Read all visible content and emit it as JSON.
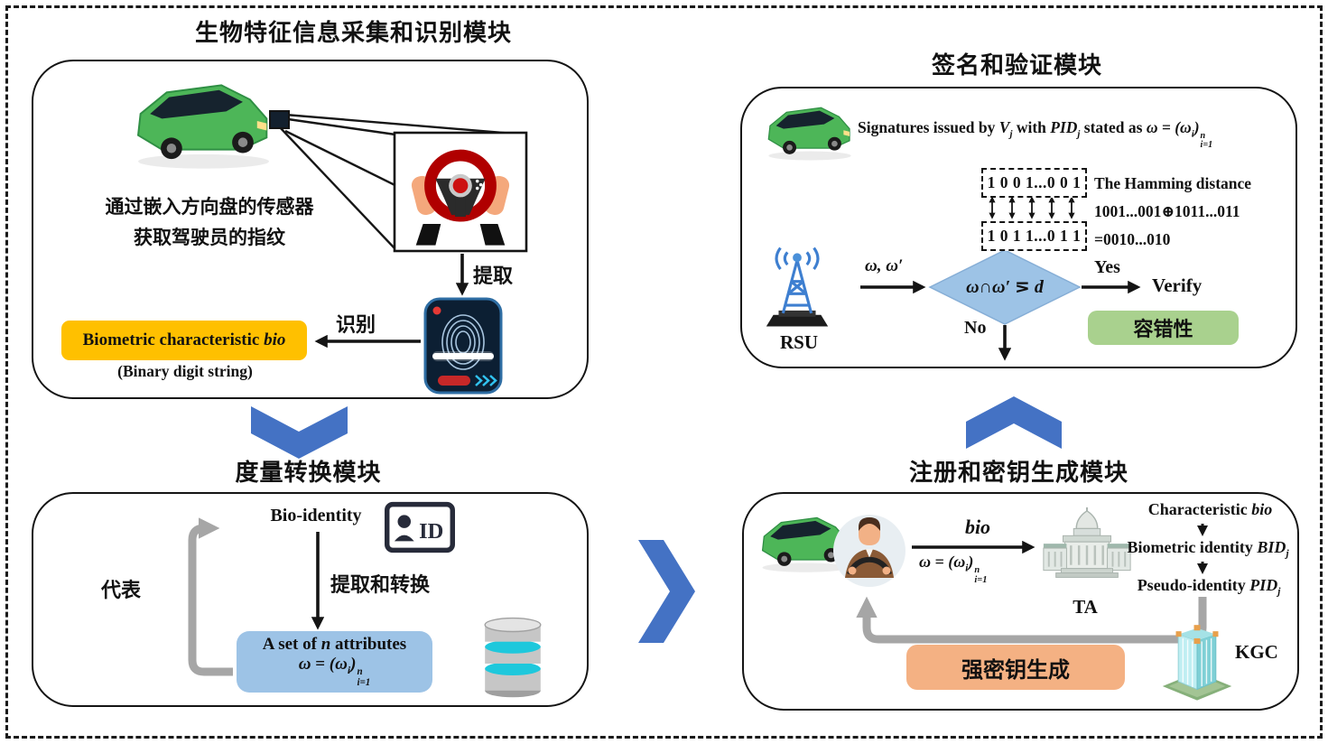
{
  "icons": {
    "car": "car-icon",
    "steering_wheel": "steering-wheel-icon",
    "fingerprint_scanner": "fingerprint-scanner-icon",
    "id_card": "id-card-icon",
    "database": "database-icon",
    "rsu_tower": "rsu-tower-icon",
    "driver": "driver-icon",
    "ta_building": "ta-building-icon",
    "kgc_building": "kgc-building-icon",
    "chevron_down": "chevron-down-icon",
    "chevron_right": "chevron-right-icon",
    "chevron_up": "chevron-up-icon"
  },
  "colors": {
    "accent_blue": "#4472C4",
    "light_blue_fill": "#9DC3E6",
    "yellow_fill": "#FFC000",
    "green_fill": "#A9D18E",
    "orange_fill": "#F4B183",
    "gray_arrow": "#A6A6A6"
  },
  "formula": {
    "lead": "ω = (ω",
    "sub_i": "i",
    "close": ")",
    "sup_n": "n",
    "sub_ieq": "i=1"
  },
  "modules": {
    "collection": {
      "title": "生物特征信息采集和识别模块",
      "desc_line1": "通过嵌入方向盘的传感器",
      "desc_line2": "获取驾驶员的指纹",
      "extract_label": "提取",
      "recognize_label": "识别",
      "bio_box_text": "Biometric characteristic ",
      "bio_box_italic": "bio",
      "binary_note": "(Binary digit string)"
    },
    "metric": {
      "title": "度量转换模块",
      "bio_identity": "Bio-identity",
      "id_label": "ID",
      "represent_label": "代表",
      "extract_convert_label": "提取和转换",
      "attr_prefix": "A set of ",
      "attr_n": "n",
      "attr_suffix": " attributes"
    },
    "signature": {
      "title": "签名和验证模块",
      "sig_prefix": "Signatures issued by ",
      "sig_v": "V",
      "sig_v_sub": "j",
      "sig_mid": " with ",
      "sig_pid": "PID",
      "sig_pid_sub": "j",
      "sig_suffix": " stated as ",
      "binary_top": "1 0 0 1...0 0 1",
      "binary_bottom": "1 0 1 1...0 1 1",
      "hamming_line1": "The Hamming distance",
      "hamming_line2": "1001...001⊕1011...011",
      "hamming_line3": "=0010...010",
      "rsu_label": "RSU",
      "omega_pair": "ω, ω′",
      "diamond_condition": "ω∩ω′ ⋝ d",
      "yes_label": "Yes",
      "verify_label": "Verify",
      "no_label": "No",
      "tolerance_box": "容错性"
    },
    "registration": {
      "title": "注册和密钥生成模块",
      "bio_label": "bio",
      "ta_label": "TA",
      "char_prefix": "Characteristic ",
      "char_italic": "bio",
      "bid_prefix": "Biometric identity ",
      "bid_math": "BID",
      "bid_sub": "j",
      "pid_prefix": "Pseudo-identity ",
      "pid_math": "PID",
      "pid_sub": "j",
      "key_box": "强密钥生成",
      "kgc_label": "KGC"
    }
  }
}
